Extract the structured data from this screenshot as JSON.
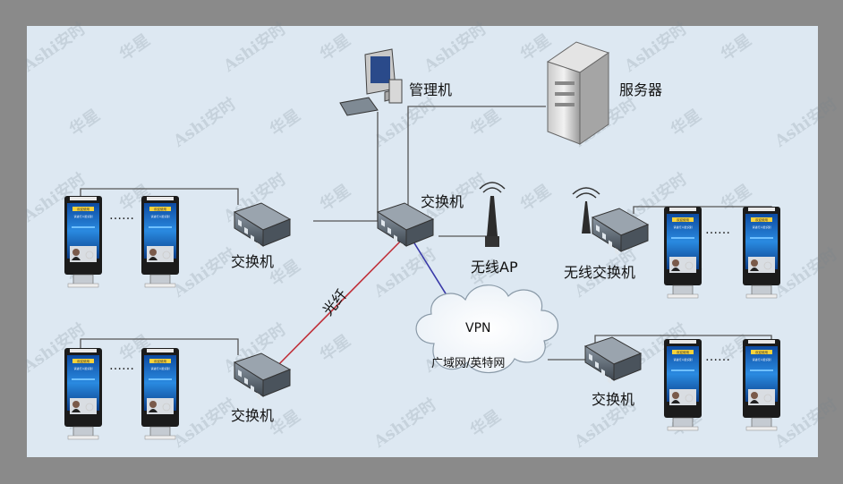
{
  "labels": {
    "admin_pc": "管理机",
    "server": "服务器",
    "core_switch": "交换机",
    "switch_left_top": "交换机",
    "switch_left_bottom": "交换机",
    "switch_right_bottom": "交换机",
    "wireless_ap": "无线AP",
    "wireless_switch": "无线交换机",
    "fiber": "光纤",
    "vpn": "VPN",
    "wan": "广域网/英特网"
  },
  "terminal_screen_text": [
    "欢迎使用",
    "请进行人脸识别"
  ],
  "ellipsis": "……",
  "watermark": {
    "brand_a": "Ashi安时",
    "brand_b": "华星"
  },
  "colors": {
    "background": "#dde8f2",
    "frame": "#8a8a8a",
    "line": "#555555",
    "fiber_line": "#c0303a",
    "vpn_line": "#3a3aa8",
    "switch_body": "#5c6670",
    "screen_blue": "#1a6fc8"
  }
}
